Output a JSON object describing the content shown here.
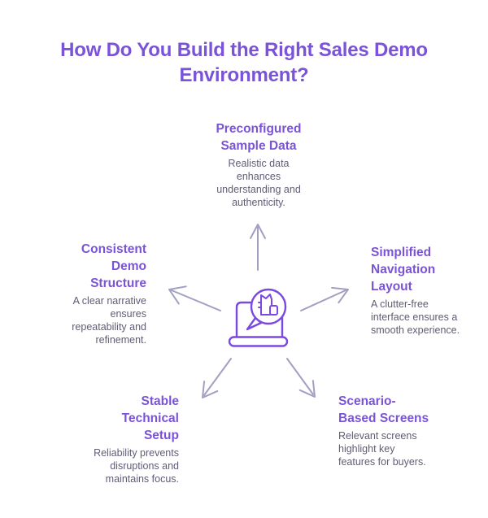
{
  "title": "How Do You Build the Right Sales Demo\nEnvironment?",
  "colors": {
    "background": "#FFFFFF",
    "title": "#7A53D8",
    "heading": "#7A53D8",
    "body_text": "#5F5C75",
    "arrow": "#A29FC2",
    "icon_stroke": "#7B49DF"
  },
  "center_icon": "laptop-speech-bubble-icon",
  "nodes": [
    {
      "id": "top",
      "heading": "Preconfigured\nSample Data",
      "body": "Realistic data\nenhances\nunderstanding and\nauthenticity."
    },
    {
      "id": "left",
      "heading": "Consistent\nDemo\nStructure",
      "body": "A clear narrative\nensures\nrepeatability and\nrefinement."
    },
    {
      "id": "right",
      "heading": "Simplified\nNavigation\nLayout",
      "body": "A clutter-free\ninterface ensures a\nsmooth experience."
    },
    {
      "id": "bottom-left",
      "heading": "Stable\nTechnical\nSetup",
      "body": "Reliability prevents\ndisruptions and\nmaintains focus."
    },
    {
      "id": "bottom-right",
      "heading": "Scenario-\nBased Screens",
      "body": "Relevant screens\nhighlight key\nfeatures for buyers."
    }
  ]
}
